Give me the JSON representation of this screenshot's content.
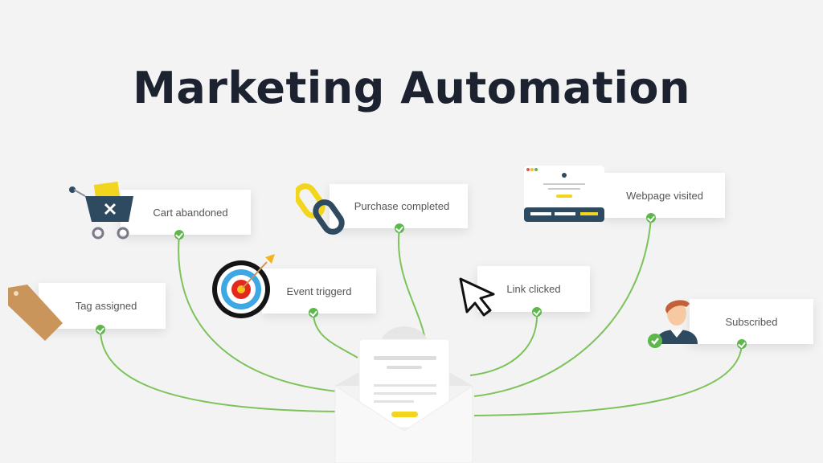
{
  "title": "Marketing Automation",
  "colors": {
    "background": "#f3f3f3",
    "title": "#1d2230",
    "connector": "#7cc35a",
    "check": "#5cb84a",
    "accent_yellow": "#f2d51e",
    "navy": "#2e4a60"
  },
  "triggers": [
    {
      "id": "cart",
      "label": "Cart abandoned",
      "icon": "shopping-cart-x-icon"
    },
    {
      "id": "purchase",
      "label": "Purchase completed",
      "icon": "chain-link-icon"
    },
    {
      "id": "webpage",
      "label": "Webpage visited",
      "icon": "browser-window-icon"
    },
    {
      "id": "tag",
      "label": "Tag assigned",
      "icon": "price-tag-icon"
    },
    {
      "id": "event",
      "label": "Event triggerd",
      "icon": "target-arrow-icon"
    },
    {
      "id": "link",
      "label": "Link clicked",
      "icon": "mouse-cursor-icon"
    },
    {
      "id": "subscribed",
      "label": "Subscribed",
      "icon": "user-check-icon"
    }
  ],
  "center": {
    "icon": "open-envelope-icon"
  }
}
